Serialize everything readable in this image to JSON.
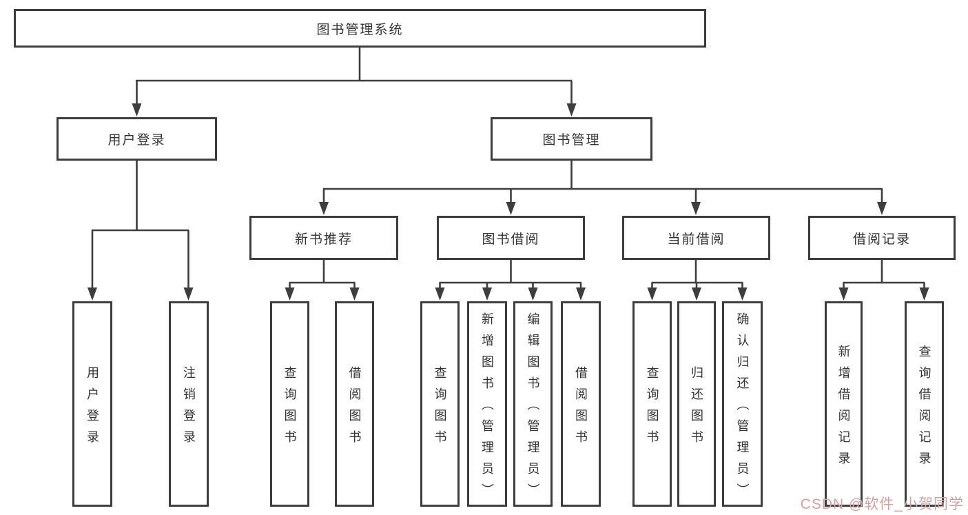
{
  "watermark": "CSDN @软件_小贺同学",
  "colors": {
    "line": "#3d3d3d",
    "box_border": "#3d3d3d",
    "text": "#333333",
    "watermark": "#d2a2a2",
    "background": "#ffffff"
  },
  "tree": {
    "root": {
      "label": "图书管理系统"
    },
    "branches": [
      {
        "label": "用户登录",
        "children": [
          {
            "label": "用户登录"
          },
          {
            "label": "注销登录"
          }
        ]
      },
      {
        "label": "图书管理",
        "groups": [
          {
            "label": "新书推荐",
            "children": [
              {
                "label": "查询图书"
              },
              {
                "label": "借阅图书"
              }
            ]
          },
          {
            "label": "图书借阅",
            "children": [
              {
                "label": "查询图书"
              },
              {
                "label": "新增图书（管理员）"
              },
              {
                "label": "编辑图书（管理员）"
              },
              {
                "label": "借阅图书"
              }
            ]
          },
          {
            "label": "当前借阅",
            "children": [
              {
                "label": "查询图书"
              },
              {
                "label": "归还图书"
              },
              {
                "label": "确认归还（管理员）"
              }
            ]
          },
          {
            "label": "借阅记录",
            "children": [
              {
                "label": "新增借阅记录"
              },
              {
                "label": "查询借阅记录"
              }
            ]
          }
        ]
      }
    ]
  }
}
